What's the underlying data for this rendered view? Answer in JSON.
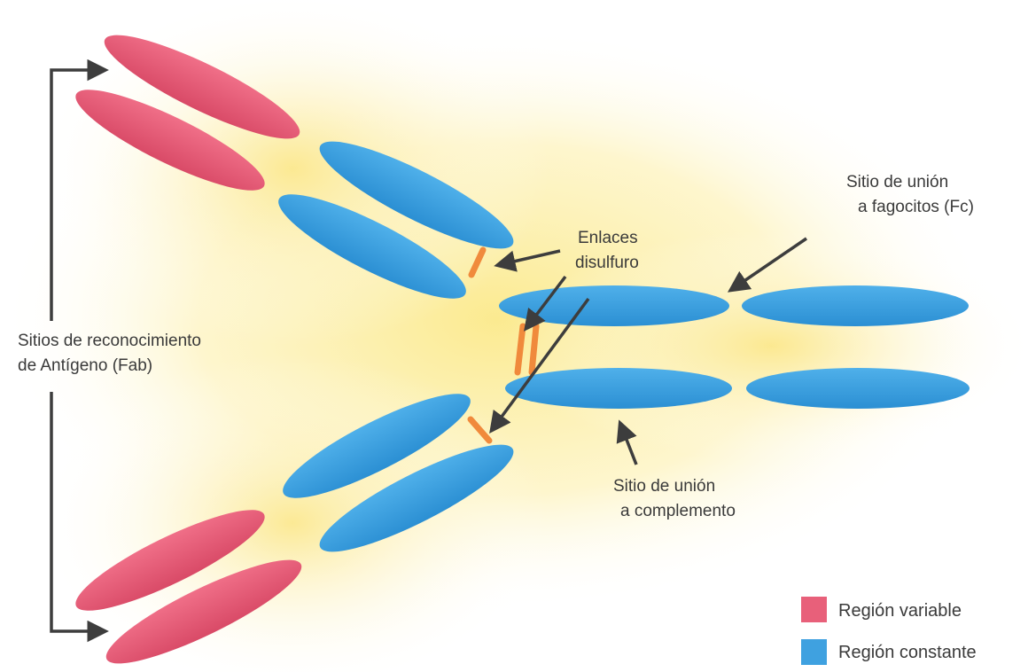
{
  "labels": {
    "fab_line1": "Sitios de reconocimiento",
    "fab_line2": "de Antígeno (Fab)",
    "disulfide_line1": "Enlaces",
    "disulfide_line2": "disulfuro",
    "fc_line1": "Sitio de unión",
    "fc_line2": "a fagocitos (Fc)",
    "complement_line1": "Sitio de unión",
    "complement_line2": "a complemento"
  },
  "legend": {
    "variable": {
      "label": "Región variable",
      "color": "#e8607a"
    },
    "constant": {
      "label": "Región constante",
      "color": "#3fa1e0"
    }
  },
  "colors": {
    "variable": "#e8607a",
    "constant": "#3fa1e0",
    "disulfide": "#f08a3c",
    "arrow": "#3d3d3d",
    "glow": "#fbeb9a"
  }
}
